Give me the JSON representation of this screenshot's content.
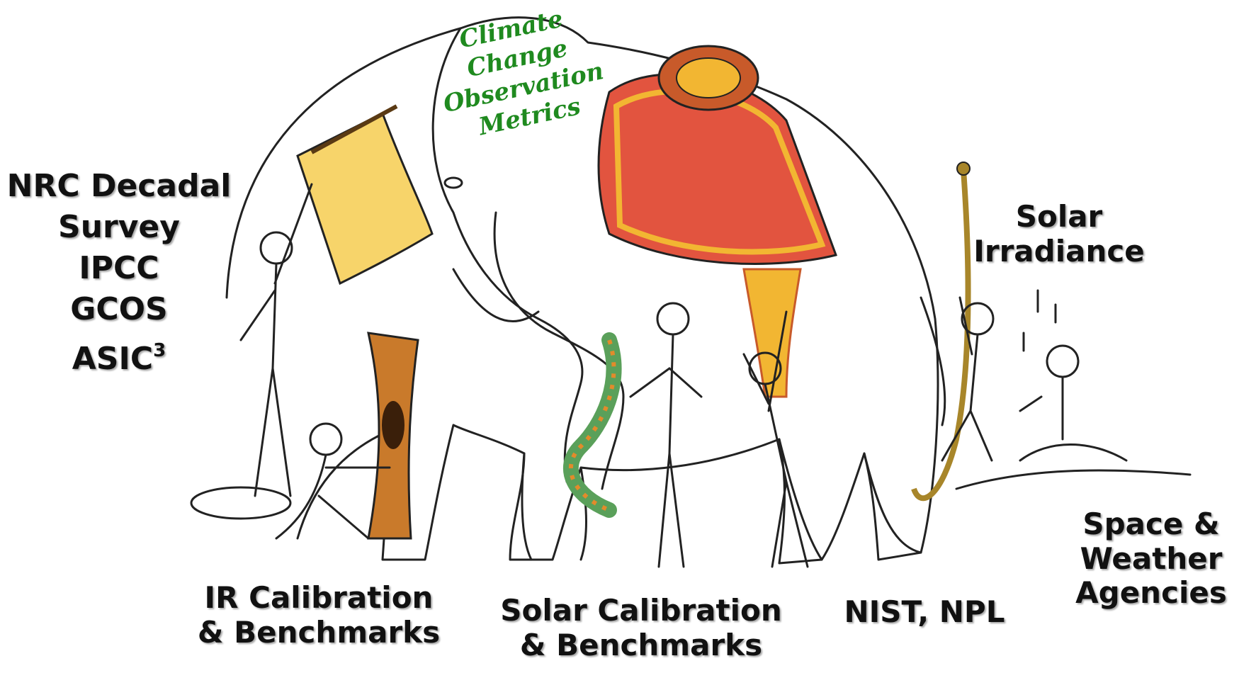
{
  "center_label": {
    "lines": [
      "Climate",
      "Change",
      "Observation",
      "Metrics"
    ]
  },
  "left_labels": {
    "lines": [
      "NRC Decadal",
      "Survey",
      "IPCC",
      "GCOS",
      "ASIC"
    ],
    "asic_superscript": "3"
  },
  "ir_label": {
    "line1": "IR Calibration",
    "line2": "& Benchmarks"
  },
  "solar_cal_label": {
    "line1": "Solar Calibration",
    "line2": "& Benchmarks"
  },
  "nist_label": {
    "text": "NIST, NPL"
  },
  "space_label": {
    "line1": "Space &",
    "line2": "Weather",
    "line3": "Agencies"
  },
  "solar_irr_label": {
    "line1": "Solar",
    "line2": "Irradiance"
  },
  "colors": {
    "label_text": "#111111",
    "center_text": "#1f8a1f",
    "blanket_red": "#e2543f",
    "blanket_gold": "#f2b632",
    "ear_yellow": "#f7d46a",
    "line": "#222222"
  }
}
